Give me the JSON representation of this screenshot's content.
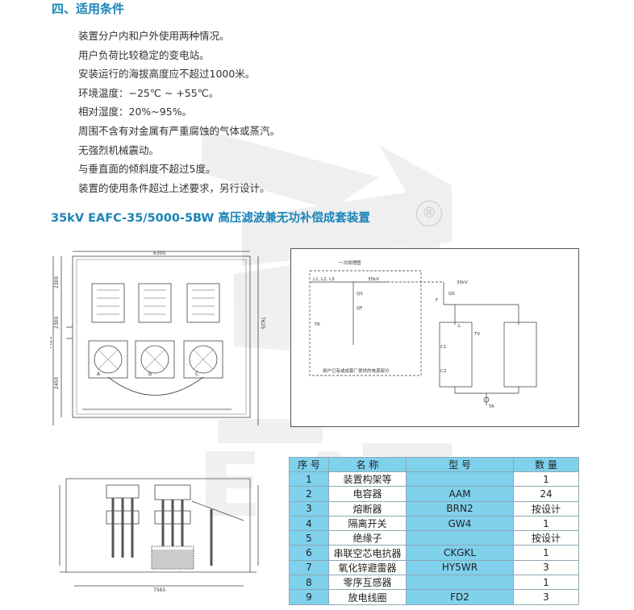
{
  "section": {
    "title": "四、适用条件"
  },
  "conditions": [
    "装置分户内和户外使用两种情况。",
    "用户负荷比较稳定的变电站。",
    "安装运行的海拔高度应不超过1000米。",
    "环境温度：−25℃ ~ +55℃。",
    "相对湿度：20%~95%。",
    "周围不含有对金属有严重腐蚀的气体或蒸汽。",
    "无强烈机械震动。",
    "与垂直面的倾斜度不超过5度。",
    "装置的使用条件超过上述要求，另行设计。"
  ],
  "product": {
    "title": "35kV  EAFC-35/5000-5BW  高压滤波兼无功补偿成套装置",
    "registered_mark": "®"
  },
  "watermark": {
    "letters": "EAT"
  },
  "plan_drawing": {
    "dims": [
      "6300",
      "2300",
      "2300",
      "2450",
      "7125",
      "7625"
    ],
    "phase_labels": [
      "A",
      "B",
      "C"
    ]
  },
  "circuit_drawing": {
    "labels": [
      "一次原理图",
      "L1, L2, L3",
      "35kV",
      "QS",
      "QF",
      "TA",
      "用户已有或成套厂提供的电源部分",
      "35kV",
      "QS",
      "F",
      "L",
      "C1",
      "C2",
      "TV",
      "TA"
    ]
  },
  "elevation_drawing": {
    "dims": [
      "7565"
    ]
  },
  "spec_table": {
    "headers": [
      "序 号",
      "名 称",
      "型 号",
      "数 量"
    ],
    "rows": [
      [
        "1",
        "装置构架等",
        "",
        "1"
      ],
      [
        "2",
        "电容器",
        "AAM",
        "24"
      ],
      [
        "3",
        "熔断器",
        "BRN2",
        "按设计"
      ],
      [
        "4",
        "隔离开关",
        "GW4",
        "1"
      ],
      [
        "5",
        "绝缘子",
        "",
        "按设计"
      ],
      [
        "6",
        "串联空芯电抗器",
        "CKGKL",
        "1"
      ],
      [
        "7",
        "氧化锌避雷器",
        "HY5WR",
        "3"
      ],
      [
        "8",
        "零序互感器",
        "",
        "1"
      ],
      [
        "9",
        "放电线圈",
        "FD2",
        "3"
      ]
    ]
  },
  "colors": {
    "accent": "#1a84b8",
    "table_blue": "#7fd1ec",
    "text": "#333333"
  }
}
